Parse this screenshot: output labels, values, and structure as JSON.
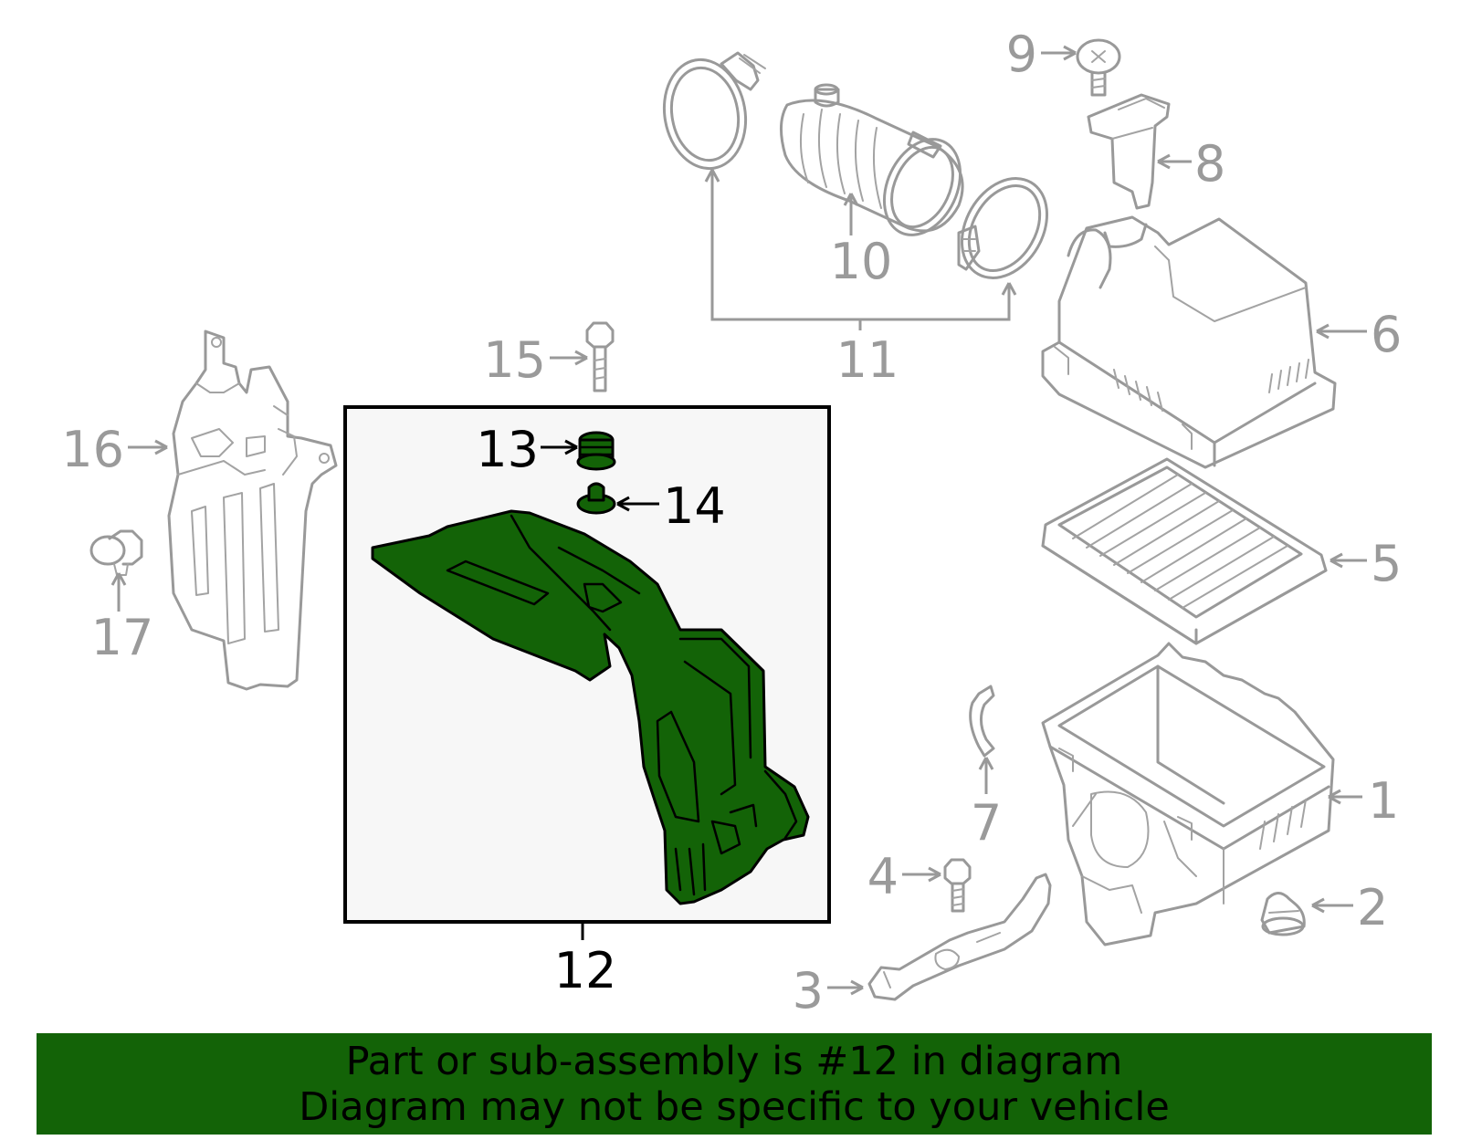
{
  "callouts": {
    "c1": "1",
    "c2": "2",
    "c3": "3",
    "c4": "4",
    "c5": "5",
    "c6": "6",
    "c7": "7",
    "c8": "8",
    "c9": "9",
    "c10": "10",
    "c11": "11",
    "c12": "12",
    "c13": "13",
    "c14": "14",
    "c15": "15",
    "c16": "16",
    "c17": "17"
  },
  "highlighted_part": "12",
  "colors": {
    "highlight": "#136307",
    "inactive_part": "#999999",
    "banner_background": "#136307",
    "box_background": "#f7f7f7"
  },
  "banner": {
    "line1": "Part or sub-assembly is #12 in diagram",
    "line2": "Diagram may not be specific to your vehicle"
  }
}
